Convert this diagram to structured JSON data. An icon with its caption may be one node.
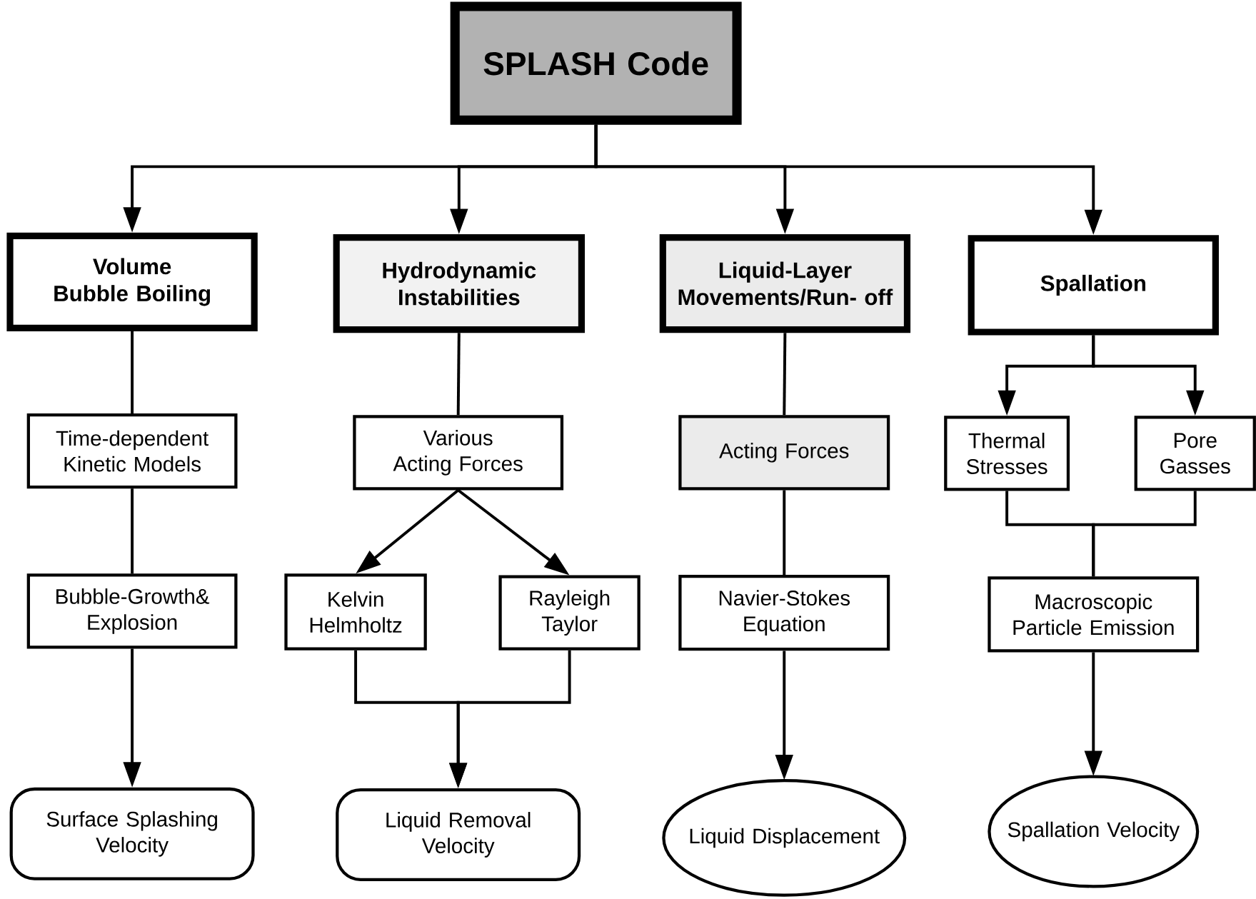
{
  "diagram": {
    "nodes": [
      {
        "text": [
          "SPLASH Code"
        ]
      },
      {
        "text": [
          "Volume Bubble Boiling"
        ]
      },
      {
        "text": [
          "Hydrodynamic Instabilities"
        ]
      },
      {
        "text": [
          "Liquid-Layer Movements/Run- off"
        ]
      },
      {
        "text": [
          "Spallation"
        ]
      },
      {
        "text": [
          "Time-dependent Kinetic Models"
        ]
      },
      {
        "text": [
          "Various Acting Forces"
        ]
      },
      {
        "text": [
          "Acting Forces"
        ]
      },
      {
        "text": [
          "Thermal Stresses"
        ]
      },
      {
        "text": [
          "Pore Gasses"
        ]
      },
      {
        "text": [
          "Bubble-Growth& Explosion"
        ]
      },
      {
        "text": [
          "Kelvin Helmholtz"
        ]
      },
      {
        "text": [
          "Rayleigh Taylor"
        ]
      },
      {
        "text": [
          "Navier-Stokes Equation"
        ]
      },
      {
        "text": [
          "Macroscopic Particle Emission"
        ]
      },
      {
        "text": [
          "Surface Splashing Velocity"
        ]
      },
      {
        "text": [
          "Liquid Removal Velocity"
        ]
      },
      {
        "text": [
          "Liquid Displacement"
        ]
      },
      {
        "text": [
          "Spallation Velocity"
        ]
      }
    ],
    "edges": [
      {
        "from": 0,
        "to": 1,
        "arrow": "to"
      },
      {
        "from": 0,
        "to": 2,
        "arrow": "to"
      },
      {
        "from": 0,
        "to": 3,
        "arrow": "to"
      },
      {
        "from": 0,
        "to": 4,
        "arrow": "to"
      },
      {
        "from": 1,
        "to": 5,
        "arrow": "none"
      },
      {
        "from": 2,
        "to": 6,
        "arrow": "none"
      },
      {
        "from": 3,
        "to": 7,
        "arrow": "none"
      },
      {
        "from": 4,
        "to": 8,
        "arrow": "to"
      },
      {
        "from": 4,
        "to": 9,
        "arrow": "to"
      },
      {
        "from": 5,
        "to": 10,
        "arrow": "none"
      },
      {
        "from": 6,
        "to": 11,
        "arrow": "to"
      },
      {
        "from": 6,
        "to": 12,
        "arrow": "to"
      },
      {
        "from": 7,
        "to": 13,
        "arrow": "none"
      },
      {
        "from": 8,
        "to": 14,
        "arrow": "none"
      },
      {
        "from": 9,
        "to": 14,
        "arrow": "none"
      },
      {
        "from": 10,
        "to": 15,
        "arrow": "to"
      },
      {
        "from": 11,
        "to": 16,
        "arrow": "to"
      },
      {
        "from": 12,
        "to": 16,
        "arrow": "to"
      },
      {
        "from": 13,
        "to": 17,
        "arrow": "to"
      },
      {
        "from": 14,
        "to": 18,
        "arrow": "to"
      }
    ]
  }
}
